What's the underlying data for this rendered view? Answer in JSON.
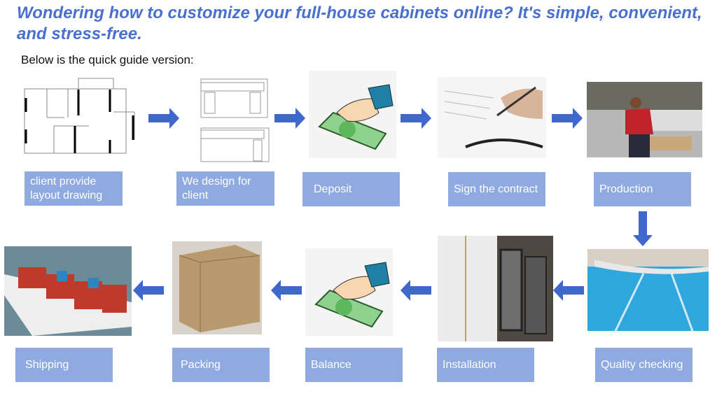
{
  "header": {
    "title": "Wondering how to customize your full-house cabinets online? It's simple, convenient, and stress-free.",
    "subtitle": "Below is the quick guide version:"
  },
  "steps": [
    {
      "label": "client provide\nlayout drawing",
      "image": "floor-plan"
    },
    {
      "label": "We design for\nclient",
      "image": "cabinet-design-drawing"
    },
    {
      "label": "Deposit",
      "image": "hand-with-money"
    },
    {
      "label": "Sign the contract",
      "image": "signing-contract"
    },
    {
      "label": "Production",
      "image": "factory-worker"
    },
    {
      "label": "Quality checking",
      "image": "wrapped-panels"
    },
    {
      "label": "Installation",
      "image": "installed-wardrobe"
    },
    {
      "label": "Balance",
      "image": "hand-with-money"
    },
    {
      "label": "Packing",
      "image": "cardboard-package"
    },
    {
      "label": "Shipping",
      "image": "container-ship"
    }
  ],
  "colors": {
    "title": "#4a6fcf",
    "label_bg": "#8eaae0",
    "arrow": "#3f67cc"
  }
}
